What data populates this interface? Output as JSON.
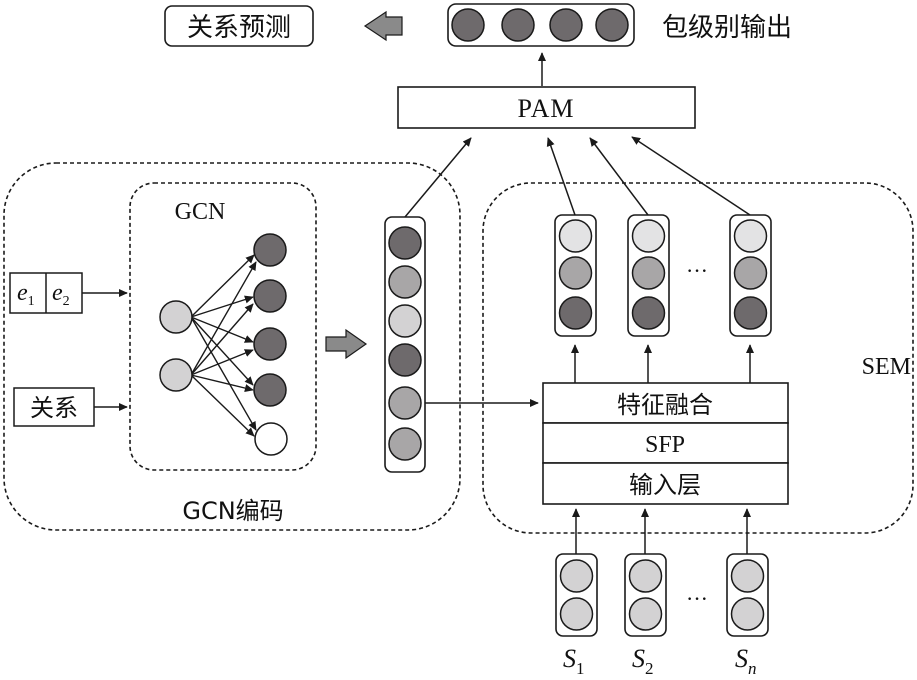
{
  "labels": {
    "relation_prediction": "关系预测",
    "bag_output": "包级别输出",
    "pam": "PAM",
    "gcn": "GCN",
    "gcn_encoding": "GCN编码",
    "sem": "SEM",
    "relation_input": "关系",
    "feature_fusion": "特征融合",
    "sfp": "SFP",
    "input_layer": "输入层",
    "ellipsis": "···"
  },
  "entity_inputs": [
    {
      "base": "e",
      "sub": "1"
    },
    {
      "base": "e",
      "sub": "2"
    }
  ],
  "sentences": [
    {
      "base": "S",
      "sub": "1"
    },
    {
      "base": "S",
      "sub": "2"
    },
    {
      "base": "S",
      "sub": "n"
    }
  ],
  "colors": {
    "dark": "#6e6a6c",
    "mid": "#a8a6a7",
    "light": "#d3d2d3",
    "lighter": "#e3e3e4",
    "white": "#ffffff",
    "line": "#1a1a1a",
    "block_arrow": "#8a8a8a"
  }
}
